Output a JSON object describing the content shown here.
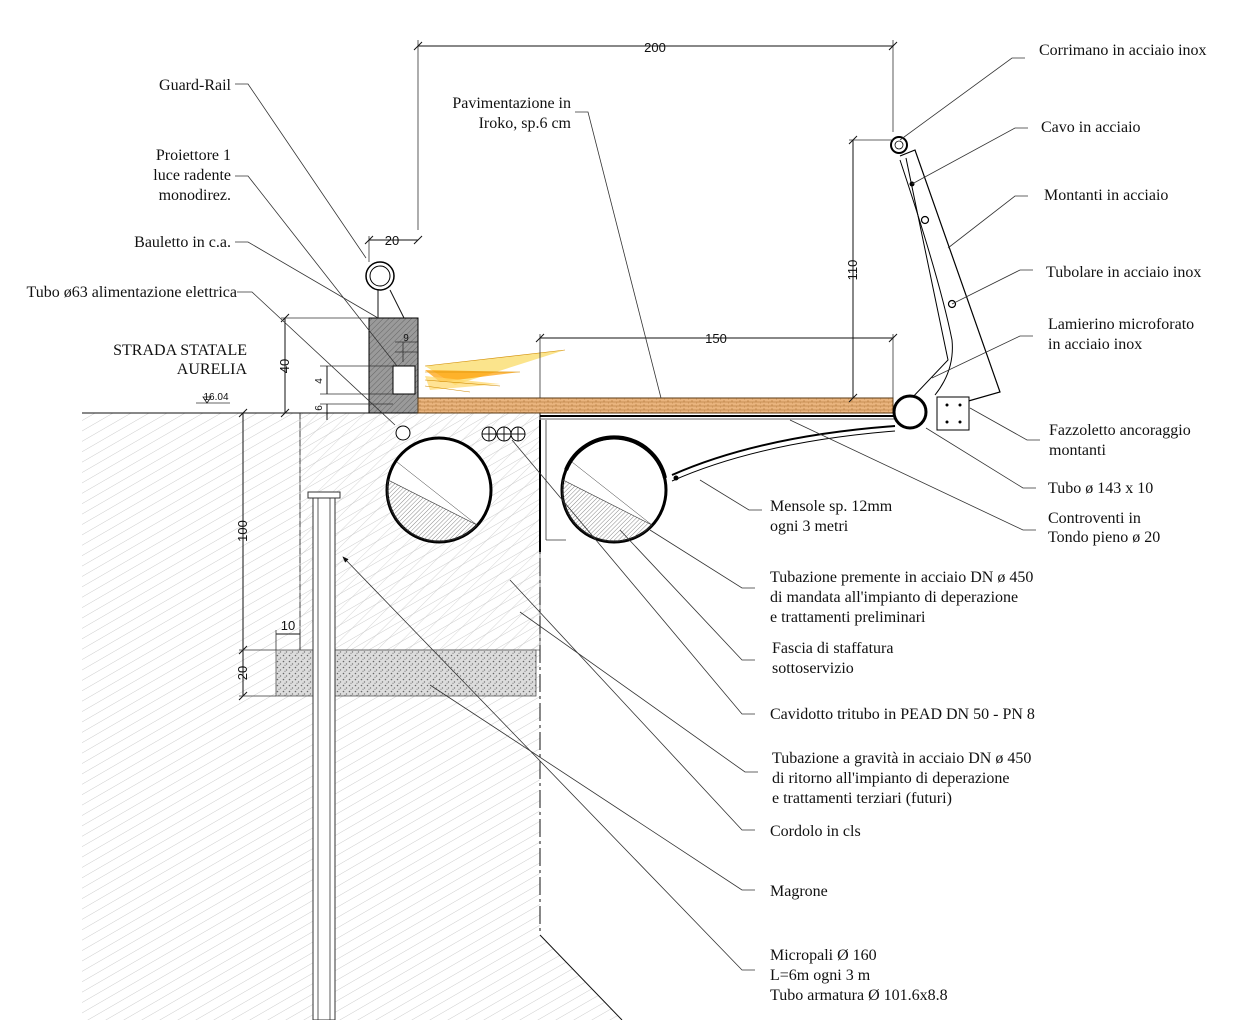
{
  "road": {
    "line1": "STRADA STATALE",
    "line2": "AURELIA",
    "elevation": "16.04"
  },
  "dimensions": {
    "d200": "200",
    "d20_top": "20",
    "d110": "110",
    "d150": "150",
    "d40": "40",
    "d9": "9",
    "d4": "4",
    "d6": "6",
    "d100": "100",
    "d10": "10",
    "d20_side": "20"
  },
  "labels_left": {
    "guard_rail": "Guard-Rail",
    "proiettore": [
      "Proiettore 1",
      "luce radente",
      "monodirez."
    ],
    "bauletto": "Bauletto in c.a.",
    "tubo63": "Tubo ø63 alimentazione elettrica",
    "pavimentazione": [
      "Pavimentazione in",
      "Iroko, sp.6 cm"
    ]
  },
  "labels_right": {
    "corrimano": "Corrimano in acciaio inox",
    "cavo": "Cavo in acciaio",
    "montanti": "Montanti in acciaio",
    "tubolare": "Tubolare in acciaio inox",
    "lamierino": [
      "Lamierino microforato",
      "in acciaio inox"
    ],
    "fazzoletto": [
      "Fazzoletto ancoraggio",
      "montanti"
    ],
    "tubo143": "Tubo ø 143 x 10",
    "controventi": [
      "Controventi in",
      "Tondo pieno ø 20"
    ],
    "mensole": [
      "Mensole  sp. 12mm",
      "ogni 3 metri"
    ],
    "premente": [
      "Tubazione premente in acciaio DN ø 450",
      "di mandata all'impianto di deperazione",
      "e trattamenti preliminari"
    ],
    "fascia": [
      "Fascia di staffatura",
      "sottoservizio"
    ],
    "cavidotto": "Cavidotto tritubo in PEAD DN 50 - PN 8",
    "gravita": [
      "Tubazione a gravità in acciaio DN ø 450",
      "di ritorno all'impianto di deperazione",
      "e trattamenti terziari (futuri)"
    ],
    "cordolo": "Cordolo in cls",
    "magrone": "Magrone",
    "micropali": [
      "Micropali Ø 160",
      "L=6m ogni 3 m",
      "Tubo armatura Ø 101.6x8.8"
    ]
  },
  "colors": {
    "wood": "#e8b07a",
    "light": "#f5b800",
    "concrete_hatch": "#999999"
  }
}
